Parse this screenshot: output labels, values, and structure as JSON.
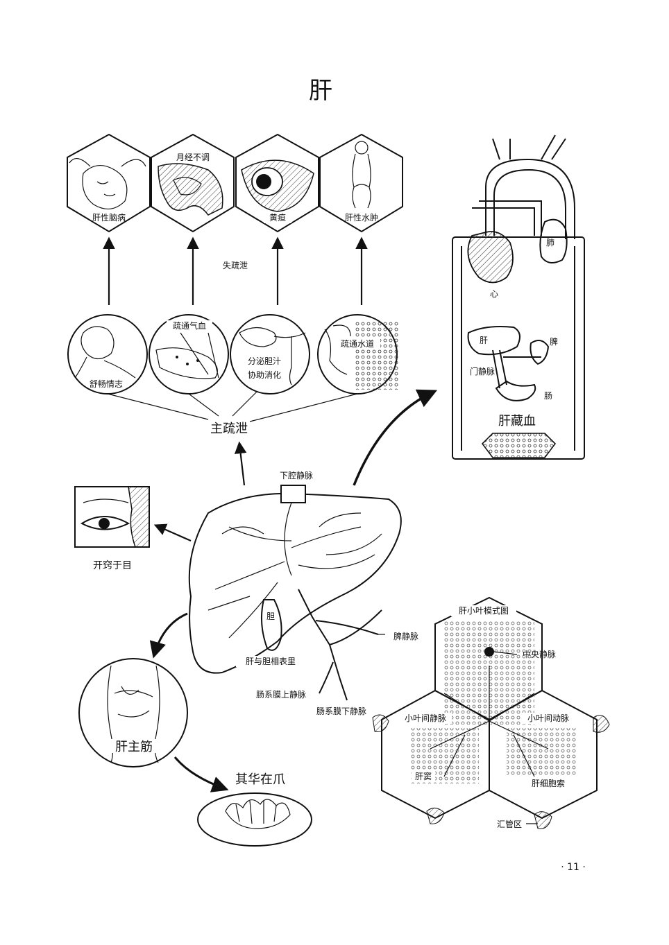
{
  "title": "肝",
  "top_panel": {
    "hexagons": [
      {
        "label": "肝性脑病"
      },
      {
        "label": "月经不调"
      },
      {
        "label": "黄疸"
      },
      {
        "label": "肝性水肿"
      }
    ],
    "center_label": "失疏泄",
    "circles": [
      {
        "label": "舒畅情志"
      },
      {
        "label": "疏通气血"
      },
      {
        "label": "分泌胆汁",
        "label2": "协助消化"
      },
      {
        "label": "疏通水道"
      }
    ],
    "hub_label": "主疏泄"
  },
  "circulation": {
    "organs": {
      "lung": "肺",
      "heart": "心",
      "liver": "肝",
      "spleen": "脾",
      "portal_vein": "门静脉",
      "intestine": "肠"
    },
    "caption": "肝藏血"
  },
  "liver": {
    "labels": {
      "ivc": "下腔静脉",
      "gallbladder": "胆",
      "gb_caption": "肝与胆相表里",
      "splenic_vein": "脾静脉",
      "sup_mesenteric": "肠系膜上静脉",
      "inf_mesenteric": "肠系膜下静脉"
    }
  },
  "eye": {
    "label": "开窍于目"
  },
  "tendon": {
    "label": "肝主筋"
  },
  "nail": {
    "label": "其华在爪"
  },
  "lobule": {
    "title": "肝小叶模式图",
    "labels": {
      "central_vein": "中央静脉",
      "interlobular_vein": "小叶间静脉",
      "interlobular_artery": "小叶间动脉",
      "sinusoid": "肝窦",
      "cell_cords": "肝细胞索",
      "portal_area": "汇管区"
    }
  },
  "page_number": "· 11 ·"
}
